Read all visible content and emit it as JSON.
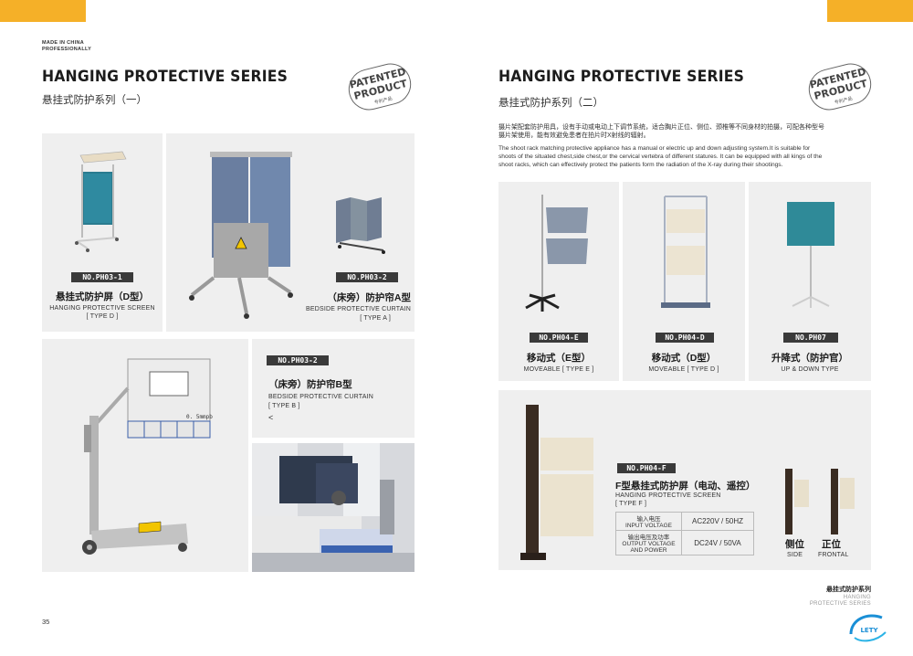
{
  "left": {
    "made_in": "MADE IN CHINA",
    "professionally": "PROFESSIONALLY",
    "title": "HANGING PROTECTIVE SERIES",
    "subtitle": "悬挂式防护系列（一）",
    "stamp_line1": "PATENTED",
    "stamp_line2": "PRODUCT",
    "stamp_cn": "专利产品",
    "page_number": "35",
    "items": [
      {
        "code": "NO.PH03-1",
        "cn": "悬挂式防护屏（D型）",
        "en1": "HANGING PROTECTIVE SCREEN",
        "en2": "[ TYPE D ]"
      },
      {
        "code": "NO.PH03-2",
        "cn": "（床旁）防护帘A型",
        "en1": "BEDSIDE PROTECTIVE CURTAIN",
        "en2": "[ TYPE A ]"
      },
      {
        "code": "NO.PH03-2",
        "cn": "（床旁）防护帘B型",
        "en1": "BEDSIDE PROTECTIVE CURTAIN",
        "en2": "[ TYPE B ]",
        "mark": "<"
      }
    ],
    "screen_label": "0. 5mmpb"
  },
  "right": {
    "title": "HANGING PROTECTIVE SERIES",
    "subtitle": "悬挂式防护系列（二）",
    "stamp_line1": "PATENTED",
    "stamp_line2": "PRODUCT",
    "stamp_cn": "专利产品",
    "desc_cn_1": "摄片架配套防护用具，设有手动或电动上下调节系统，适合胸片正位、侧位、颈椎等不同身材的拍摄，可配各种型号",
    "desc_cn_2": "摄片架使用，能有效避免患者在拍片时X射线的辐射。",
    "desc_en_1": "The shoot rack matching protective appliance has a manual or electric up and down adjusting system.It is suitable for",
    "desc_en_2": "shoots of the situated chest,side chest,or the cervical vertebra of different statures. It can be equipped with all kings of the",
    "desc_en_3": "shoot racks, which can effectively protect the patients form the radiation of the X-ray during their shootings.",
    "items": [
      {
        "code": "NO.PH04-E",
        "cn": "移动式（E型）",
        "en": "MOVEABLE [ TYPE E ]"
      },
      {
        "code": "NO.PH04-D",
        "cn": "移动式（D型）",
        "en": "MOVEABLE [ TYPE D ]"
      },
      {
        "code": "NO.PH07",
        "cn": "升降式（防护官）",
        "en": "UP & DOWN TYPE"
      }
    ],
    "f": {
      "code": "NO.PH04-F",
      "cn": "F型悬挂式防护屏（电动、遥控）",
      "en1": "HANGING PROTECTIVE SCREEN",
      "en2": "[ TYPE F ]",
      "rows": [
        {
          "label_cn": "输入电压",
          "label_en": "INPUT VOLTAGE",
          "value": "AC220V  /  50HZ"
        },
        {
          "label_cn": "输出电压及功率",
          "label_en": "OUTPUT VOLTAGE AND POWER",
          "value": "DC24V  /  50VA"
        }
      ],
      "side_cn": "侧位",
      "side_en": "SIDE",
      "front_cn": "正位",
      "front_en": "FRONTAL"
    },
    "footer_cn": "悬挂式防护系列",
    "footer_en1": "HANGING",
    "footer_en2": "PROTECTIVE SERIES",
    "logo_text": "LETY"
  }
}
